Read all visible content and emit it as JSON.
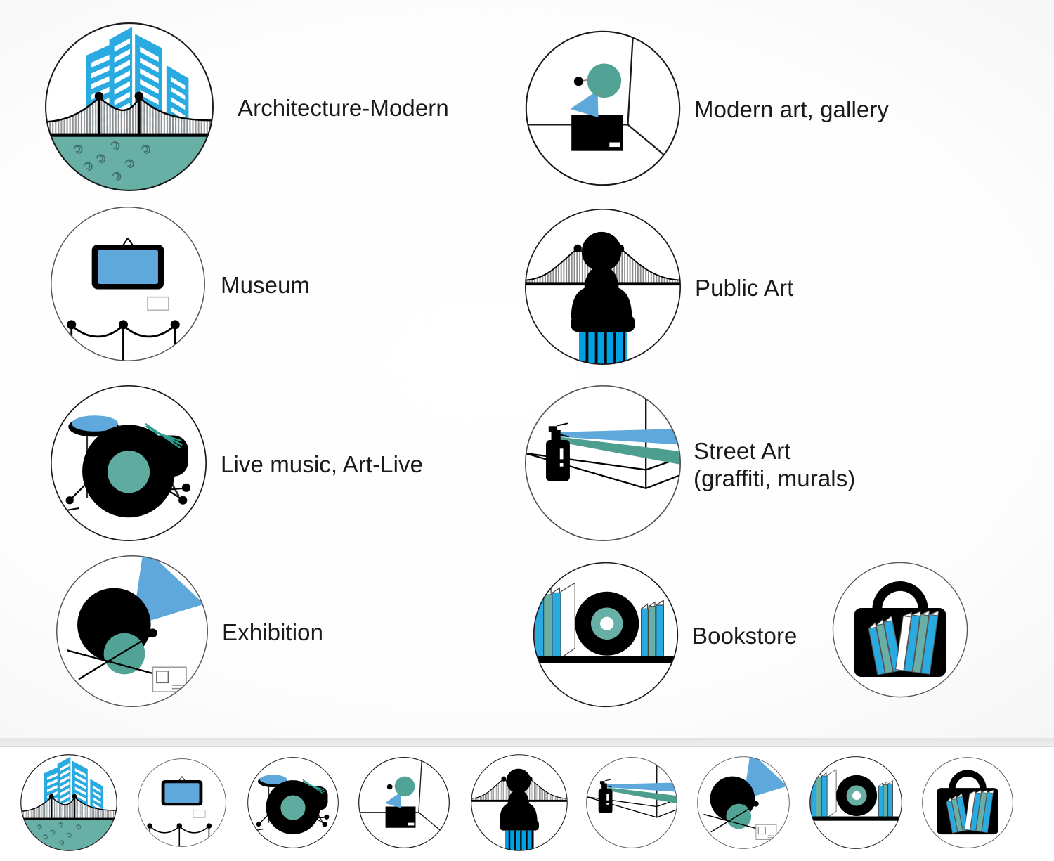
{
  "palette": {
    "cyan": "#29ABE2",
    "blue": "#5FA8DC",
    "teal": "#68B0A6",
    "black": "#000000",
    "outline": "#1a1a1a",
    "label_text": "#1a1a1a",
    "background_light": "#ffffff",
    "background_edge": "#e6e6e6",
    "filmstrip_bg": "#ffffff"
  },
  "items": [
    {
      "id": "architecture-modern",
      "label": "Architecture-Modern",
      "icon": "architecture-modern-icon",
      "column": "left",
      "row": 1
    },
    {
      "id": "modern-art-gallery",
      "label": "Modern art, gallery",
      "icon": "modern-art-gallery-icon",
      "column": "right",
      "row": 1
    },
    {
      "id": "museum",
      "label": "Museum",
      "icon": "museum-icon",
      "column": "left",
      "row": 2
    },
    {
      "id": "public-art",
      "label": "Public Art",
      "icon": "public-art-icon",
      "column": "right",
      "row": 2
    },
    {
      "id": "live-music",
      "label": "Live music, Art-Live",
      "icon": "live-music-icon",
      "column": "left",
      "row": 3
    },
    {
      "id": "street-art",
      "label": "Street Art\n(graffiti, murals)",
      "icon": "street-art-icon",
      "column": "right",
      "row": 3
    },
    {
      "id": "exhibition",
      "label": "Exhibition",
      "icon": "exhibition-icon",
      "column": "left",
      "row": 4
    },
    {
      "id": "bookstore",
      "label": "Bookstore",
      "icon": "bookstore-icon",
      "column": "right",
      "row": 4
    },
    {
      "id": "book-bag",
      "label": "",
      "icon": "book-bag-icon",
      "column": "far-right",
      "row": 4
    }
  ],
  "filmstrip": {
    "thumbnails": [
      {
        "id": "thumb-architecture-modern",
        "icon": "architecture-modern-icon"
      },
      {
        "id": "thumb-museum",
        "icon": "museum-icon"
      },
      {
        "id": "thumb-live-music",
        "icon": "live-music-icon"
      },
      {
        "id": "thumb-modern-art-gallery",
        "icon": "modern-art-gallery-icon"
      },
      {
        "id": "thumb-public-art",
        "icon": "public-art-icon"
      },
      {
        "id": "thumb-street-art",
        "icon": "street-art-icon"
      },
      {
        "id": "thumb-exhibition",
        "icon": "exhibition-icon"
      },
      {
        "id": "thumb-bookstore",
        "icon": "bookstore-icon"
      },
      {
        "id": "thumb-book-bag",
        "icon": "book-bag-icon"
      }
    ]
  }
}
